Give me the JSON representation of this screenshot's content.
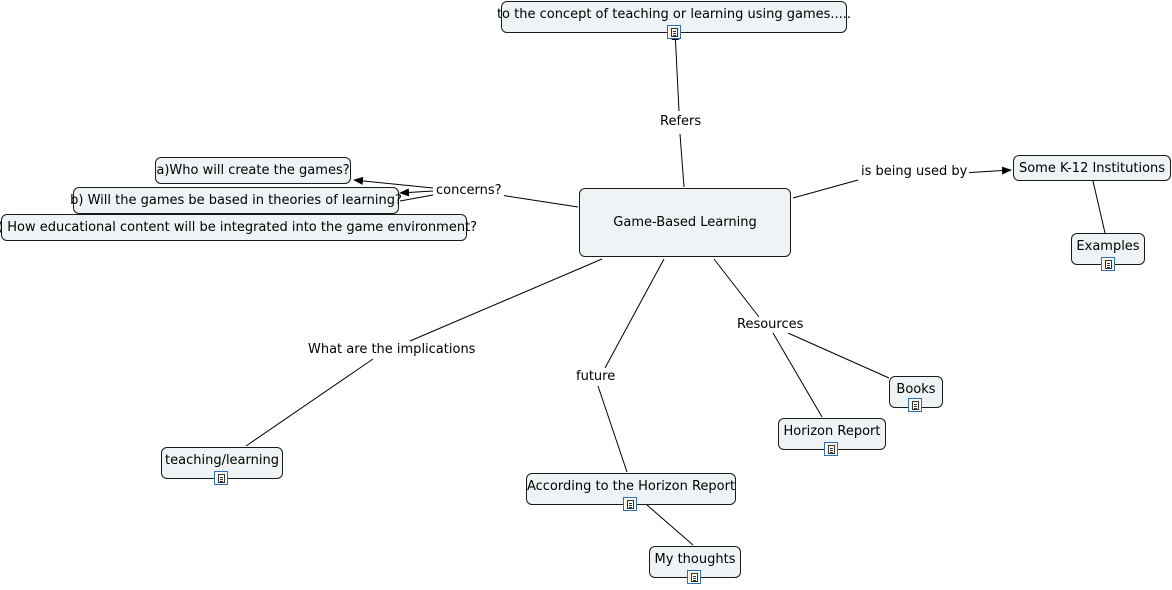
{
  "nodes": {
    "main": "Game-Based Learning",
    "concept": "to the concept of teaching or learning using games.....",
    "k12": "Some K-12 Institutions",
    "examples": "Examples",
    "concern_a": "a)Who will create the games?",
    "concern_b": "b) Will the games be based in theories of learning?",
    "concern_c": "c) How educational content will be integrated into the game environment?",
    "teaching": "teaching/learning",
    "horizon_according": "According to the Horizon Report",
    "thoughts": "My thoughts",
    "horizon_report": "Horizon Report",
    "books": "Books"
  },
  "links": {
    "refers": "Refers",
    "used_by": "is being used by",
    "concerns": "concerns?",
    "implications": "What are the implications",
    "future": "future",
    "resources": "Resources"
  },
  "icons": {
    "resource": "document-resource-icon"
  },
  "colors": {
    "node_fill": "#eef3f5",
    "node_border": "#1a1a1a",
    "icon_border": "#2b6fb6",
    "icon_fill": "#f7f2d8"
  }
}
